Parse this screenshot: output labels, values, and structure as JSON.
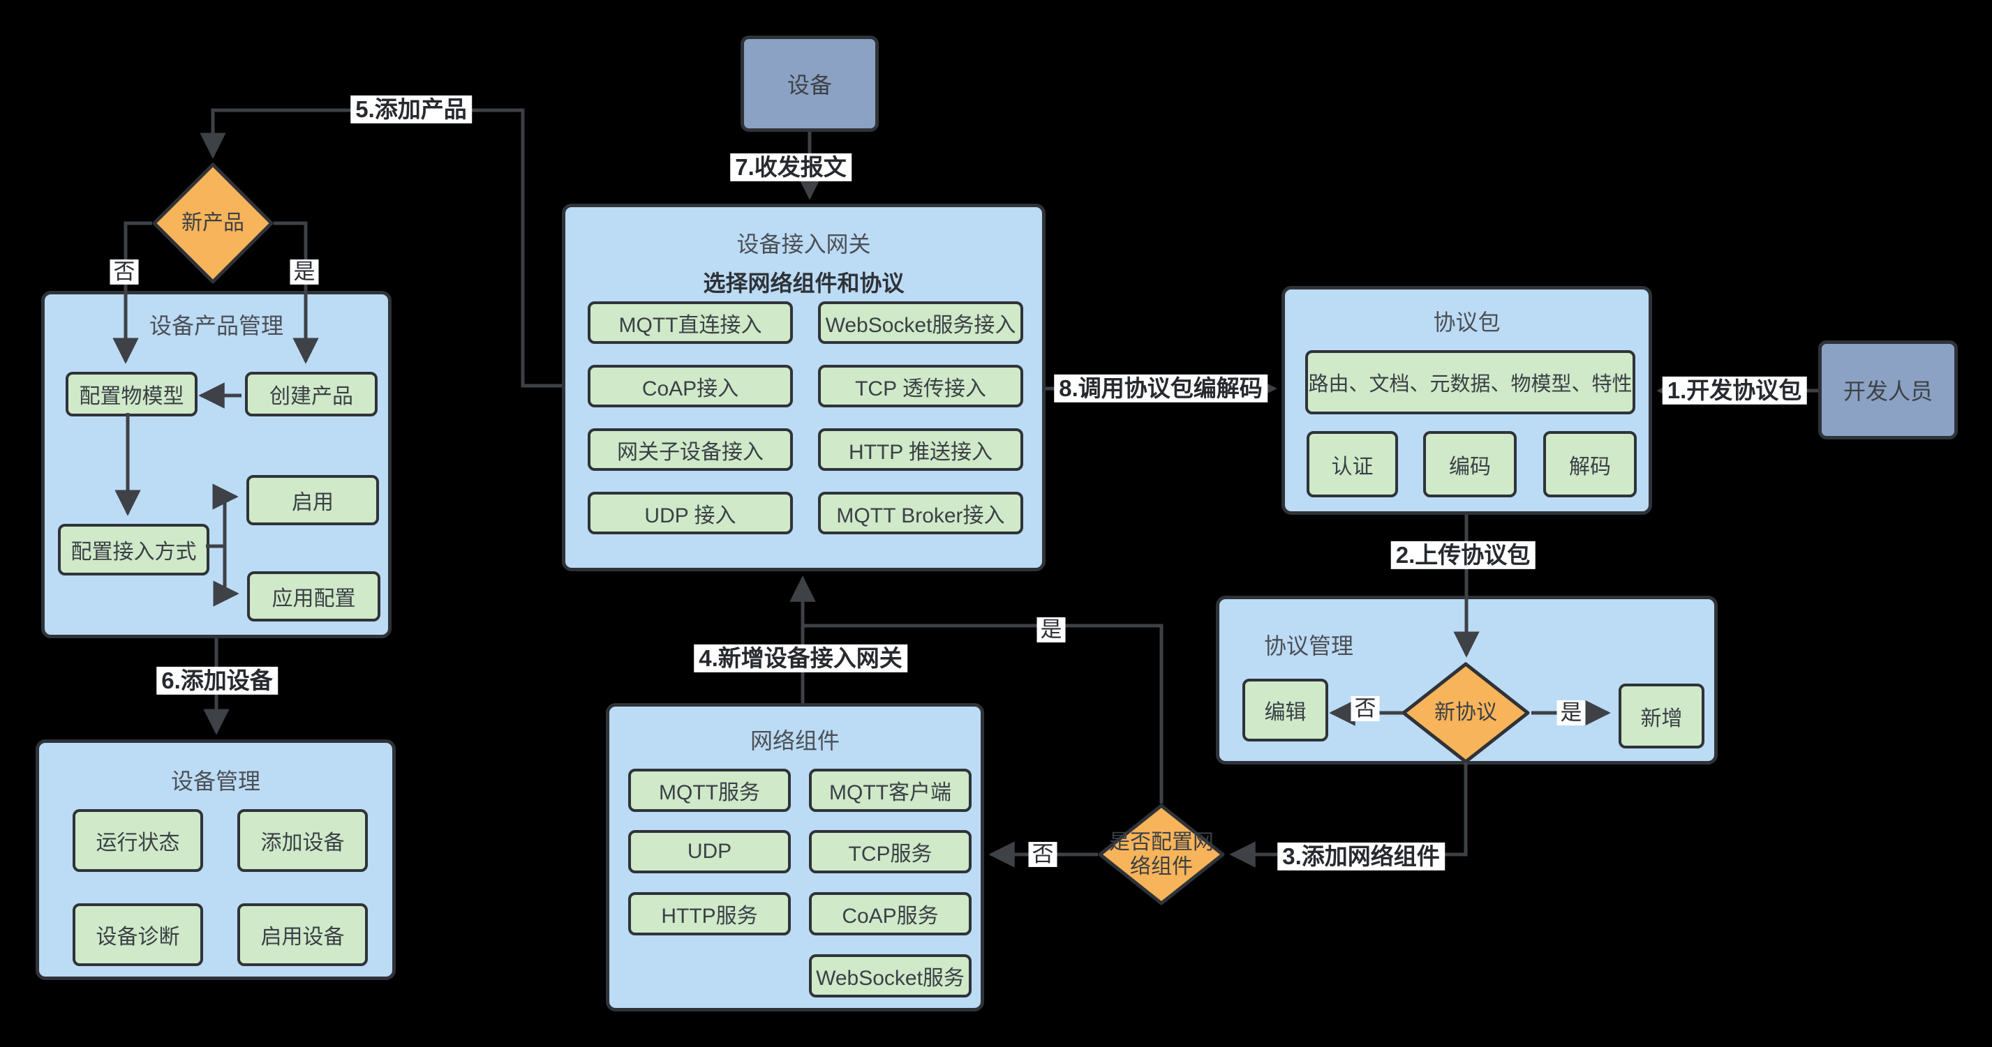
{
  "colors": {
    "background": "#000000",
    "panel_fill": "#bcdbf5",
    "button_fill": "#cfe9c9",
    "diamond_fill": "#f8b45a",
    "actor_fill": "#8ba2c4",
    "line": "#3e4146",
    "label_bg": "#ffffff"
  },
  "nodes": {
    "device": {
      "title": "设备"
    },
    "developer": {
      "title": "开发人员"
    },
    "gateway": {
      "title": "设备接入网关",
      "subtitle": "选择网络组件和协议",
      "buttons": [
        "MQTT直连接入",
        "WebSocket服务接入",
        "CoAP接入",
        "TCP 透传接入",
        "网关子设备接入",
        "HTTP 推送接入",
        "UDP 接入",
        "MQTT Broker接入"
      ]
    },
    "product_mgmt": {
      "title": "设备产品管理",
      "buttons": [
        "配置物模型",
        "创建产品",
        "配置接入方式",
        "启用",
        "应用配置"
      ]
    },
    "device_mgmt": {
      "title": "设备管理",
      "buttons": [
        "运行状态",
        "添加设备",
        "设备诊断",
        "启用设备"
      ]
    },
    "protocol_pkg": {
      "title": "协议包",
      "wide_button": "路由、文档、元数据、物模型、特性",
      "buttons": [
        "认证",
        "编码",
        "解码"
      ]
    },
    "protocol_mgmt": {
      "title": "协议管理",
      "edit_button": "编辑",
      "add_button": "新增"
    },
    "network": {
      "title": "网络组件",
      "buttons": [
        "MQTT服务",
        "MQTT客户端",
        "UDP",
        "TCP服务",
        "HTTP服务",
        "CoAP服务",
        "WebSocket服务"
      ]
    }
  },
  "decisions": {
    "new_product": {
      "label": "新产品"
    },
    "new_protocol": {
      "label": "新协议"
    },
    "config_network": {
      "line1": "是否配置网",
      "line2": "络组件"
    }
  },
  "steps": {
    "s1": "1.开发协议包",
    "s2": "2.上传协议包",
    "s3": "3.添加网络组件",
    "s4": "4.新增设备接入网关",
    "s5": "5.添加产品",
    "s6": "6.添加设备",
    "s7": "7.收发报文",
    "s8": "8.调用协议包编解码"
  },
  "yn": {
    "yes": "是",
    "no": "否"
  }
}
